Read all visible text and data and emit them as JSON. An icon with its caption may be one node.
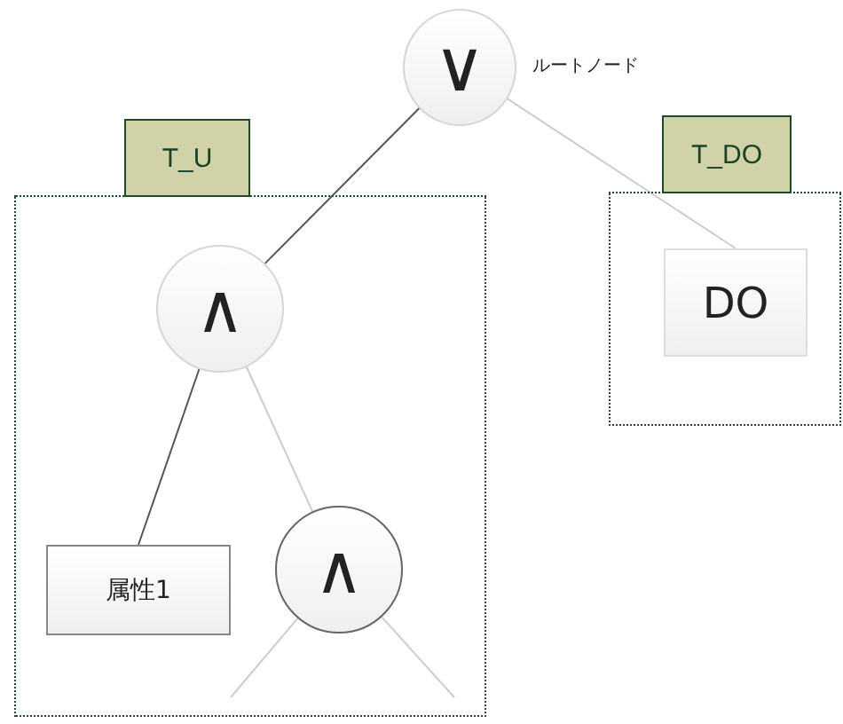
{
  "diagram": {
    "nodes": [
      {
        "text": [
          "∨"
        ],
        "beside": [
          "ルートノード"
        ]
      },
      {
        "text": [
          "T_U"
        ]
      },
      {
        "text": [
          "∧"
        ],
        "in": 1
      },
      {
        "text": [
          "属性1"
        ],
        "in": 1
      },
      {
        "text": [
          "∧"
        ],
        "in": 1
      },
      {
        "text": [
          "T_DO"
        ]
      },
      {
        "text": [
          "DO"
        ],
        "in": 5
      }
    ],
    "edges": [
      {
        "from": 0,
        "to": 2,
        "arrow": "none",
        "color": "#555555"
      },
      {
        "from": 0,
        "to": 6,
        "arrow": "none"
      },
      {
        "from": 2,
        "to": 3,
        "arrow": "none",
        "color": "#555555"
      },
      {
        "from": 2,
        "to": 4,
        "arrow": "none"
      },
      {
        "from": 4,
        "to": null,
        "arrow": "none"
      },
      {
        "from": 4,
        "to": null,
        "arrow": "none"
      }
    ]
  }
}
